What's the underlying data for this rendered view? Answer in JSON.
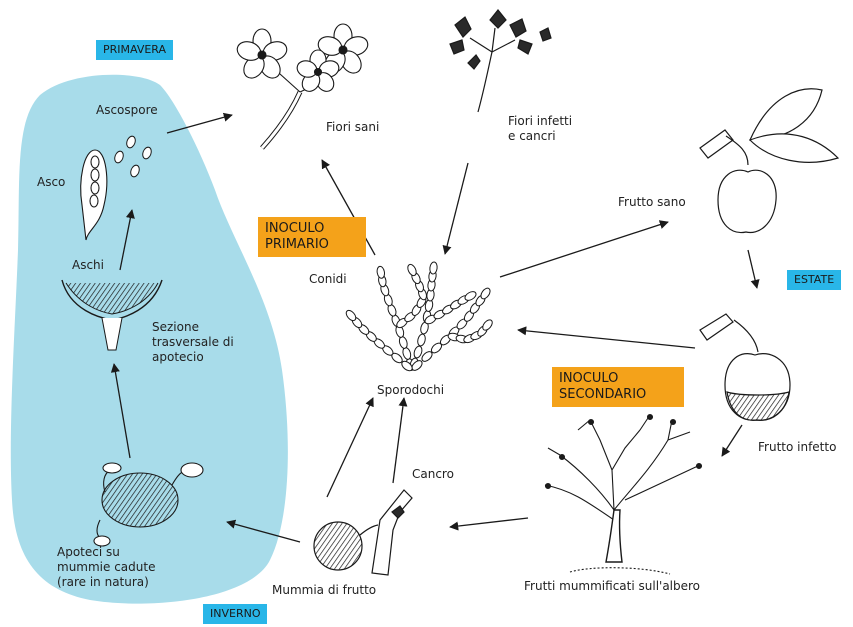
{
  "colors": {
    "winter_zone": "#a8dcea",
    "season_tag": "#29b6e8",
    "inoculum_tag": "#f4a21a",
    "ink": "#1a1a1a"
  },
  "seasons": {
    "spring": "PRIMAVERA",
    "summer": "ESTATE",
    "winter": "INVERNO"
  },
  "inoculum": {
    "primary": [
      "INOCULO",
      "PRIMARIO"
    ],
    "secondary": [
      "INOCULO",
      "SECONDARIO"
    ]
  },
  "labels": {
    "ascospores": "Ascospore",
    "ascus": "Asco",
    "asci": "Aschi",
    "apothecium_section": [
      "Sezione",
      "trasversale di",
      "apotecio"
    ],
    "apothecia_mummies": [
      "Apoteci su",
      "mummie cadute",
      "(rare in natura)"
    ],
    "healthy_flowers": "Fiori sani",
    "infected_flowers": [
      "Fiori infetti",
      "e cancri"
    ],
    "healthy_fruit": "Frutto sano",
    "infected_fruit": "Frutto infetto",
    "conidia": "Conidi",
    "sporodochia": "Sporodochi",
    "canker": "Cancro",
    "fruit_mummy": "Mummia di frutto",
    "mummified_on_tree": "Frutti mummificati sull'albero"
  },
  "icons": [
    "flowers-icon",
    "infected-flowers-icon",
    "healthy-fruit-icon",
    "infected-fruit-icon",
    "tree-icon",
    "mummy-canker-icon",
    "conidia-icon",
    "ascus-icon",
    "apothecium-section-icon",
    "apothecia-mummy-icon",
    "ascospores-icon"
  ]
}
